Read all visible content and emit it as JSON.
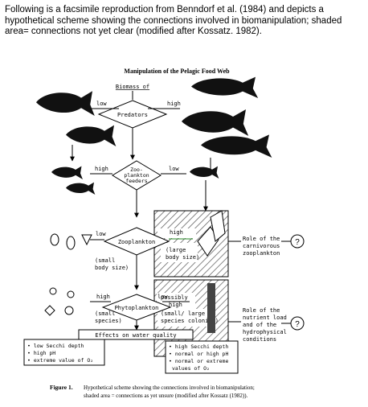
{
  "intro_text": "Following is a facsimile reproduction from Benndorf et al. (1984) and depicts a hypothetical scheme showing the connections involved in biomanipulation; shaded area= connections not yet clear (modified after Kossatz. 1982).",
  "diagram": {
    "title": "Manipulation of the Pelagic Food Web",
    "biomass_label": "Biomass of",
    "low": "low",
    "high": "high",
    "nodes": {
      "predators": "Predators",
      "zoo_feeders_1": "Zoo-",
      "zoo_feeders_2": "plankton",
      "zoo_feeders_3": "feeders",
      "zooplankton": "Zooplankton",
      "phytoplankton": "Phytoplankton",
      "effects": "Effects on water quality"
    },
    "labels": {
      "small_body_1": "(small",
      "small_body_2": "body size)",
      "small_species_1": "(small",
      "small_species_2": "species)",
      "large_body_1": "(large",
      "large_body_2": "body size)",
      "possibly": "possibly",
      "small_large_1": "(small/",
      "small_large_2": "large",
      "small_large_3": "colonies)",
      "species": "species"
    },
    "roles": {
      "carnivorous_1": "Role of the",
      "carnivorous_2": "carnivorous",
      "carnivorous_3": "zooplankton",
      "nutrient_1": "Role of the",
      "nutrient_2": "nutrient load",
      "nutrient_3": "and of the",
      "nutrient_4": "hydrophysical",
      "nutrient_5": "conditions",
      "question": "?"
    },
    "left_box": [
      "• low Secchi depth",
      "• high pH",
      "• extreme value of O₂"
    ],
    "right_box": [
      "• high Secchi depth",
      "• normal or high pH",
      "• normal or extreme",
      "values of O₂"
    ]
  },
  "caption": {
    "label": "Figure 1.",
    "line1": "Hypothetical scheme showing the connections involved in biomanipulation;",
    "line2": "shaded area = connections as yet unsure (modified after Kossatz (1982))."
  }
}
